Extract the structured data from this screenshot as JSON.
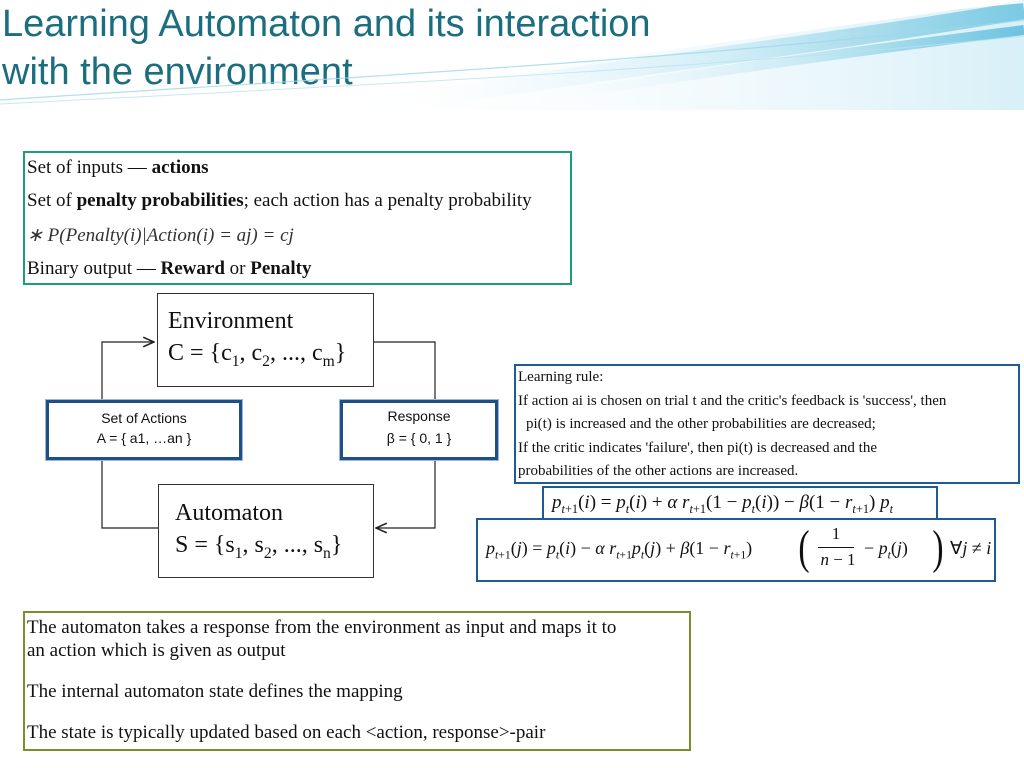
{
  "title": {
    "line1": "Learning Automaton and its interaction",
    "line2": "with the environment"
  },
  "top_box": {
    "inputs_prefix": "Set of inputs — ",
    "inputs_bold": "actions",
    "penalty_prefix": "Set of ",
    "penalty_bold": "penalty probabilities",
    "penalty_suffix": "; each action has a penalty probability",
    "formula": "∗ P(Penalty(i)|Action(i) = aj) = cj",
    "output_prefix": "Binary output — ",
    "output_bold1": "Reward",
    "output_or": " or ",
    "output_bold2": "Penalty"
  },
  "environment": {
    "title": "Environment",
    "set_prefix": "C = {c",
    "sub1": "1",
    "sep1": ", c",
    "sub2": "2",
    "sep2": ", ..., c",
    "subm": "m",
    "close": "}"
  },
  "automaton": {
    "title": "Automaton",
    "set_prefix": "S = {s",
    "sub1": "1",
    "sep1": ", s",
    "sub2": "2",
    "sep2": ", ..., s",
    "subn": "n",
    "close": "}"
  },
  "actions_box": {
    "line1": "Set of Actions",
    "line2": "A = { a1, …an }"
  },
  "response_box": {
    "line1": "Response",
    "line2": "β = { 0, 1 }"
  },
  "learning_rule": {
    "line1": "Learning rule:",
    "line2": "If action ai is chosen on trial t and the critic's feedback is 'success', then",
    "line3": "pi(t) is increased and the  other probabilities are decreased;",
    "line4": "If the critic indicates 'failure', then pi(t) is decreased and the",
    "line5": "probabilities of the other actions are increased."
  },
  "bottom_box": {
    "line1": "The automaton takes a response from the environment as input and maps it to",
    "line2": "an action which is given as output",
    "line3": "The internal automaton state defines the mapping",
    "line4": "The state is typically updated based on each <action, response>-pair"
  }
}
